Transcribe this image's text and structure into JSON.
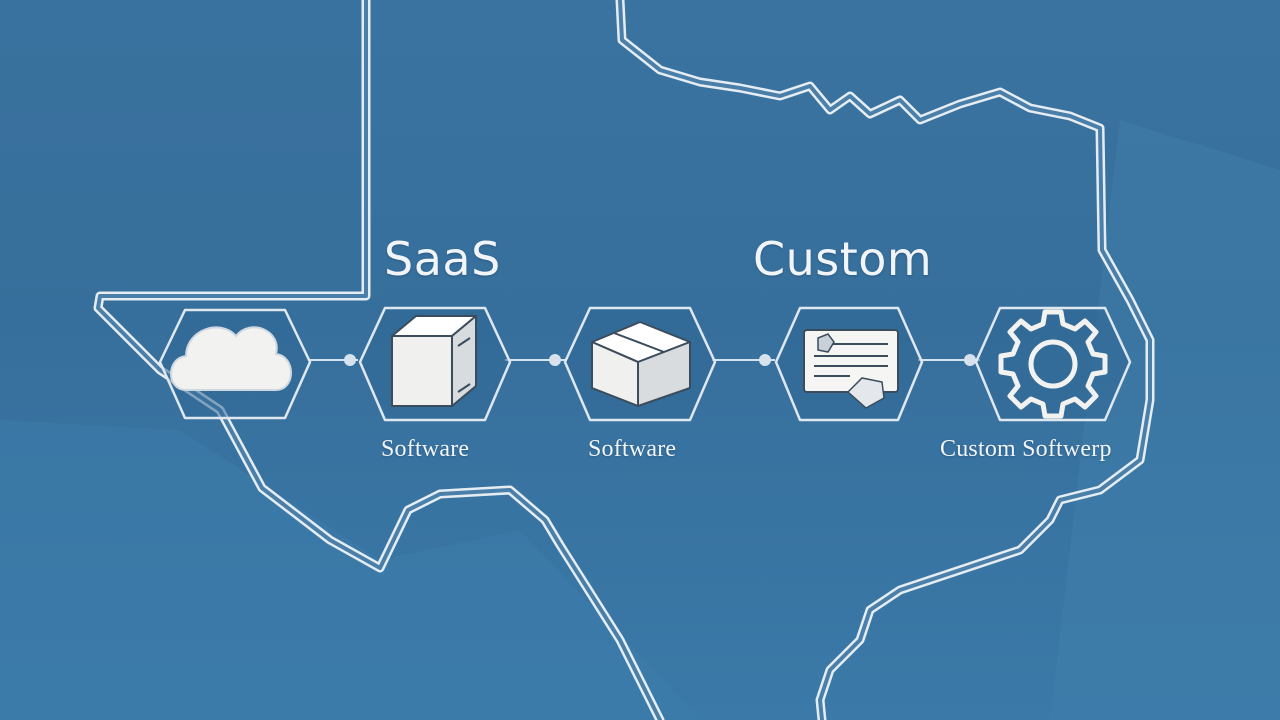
{
  "headings": {
    "left": "SaaS",
    "right": "Custom"
  },
  "nodes": [
    {
      "icon": "cloud-icon",
      "caption": ""
    },
    {
      "icon": "box-icon",
      "caption": "Software"
    },
    {
      "icon": "package-icon",
      "caption": "Software"
    },
    {
      "icon": "document-icon",
      "caption": ""
    },
    {
      "icon": "gear-icon",
      "caption": "Custom Softwerp"
    }
  ],
  "colors": {
    "background": "#3a73a0",
    "outline": "#e8eef4",
    "hexagon": "#2f6592",
    "icon_fill": "#f2f2f0"
  }
}
